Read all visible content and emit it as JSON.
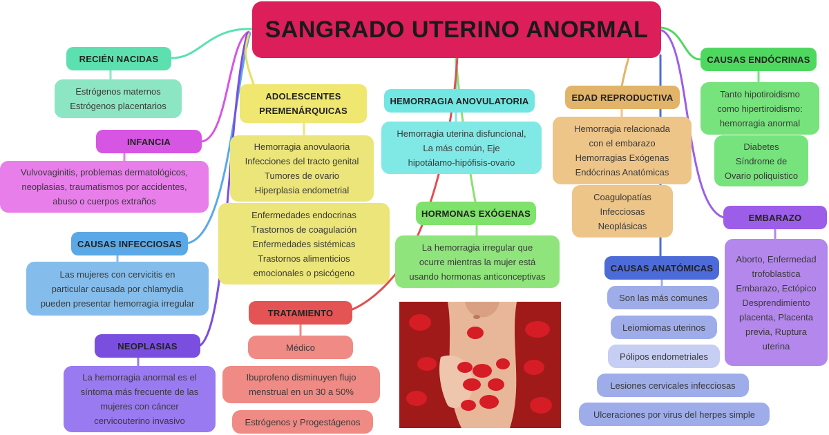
{
  "title": "SANGRADO UTERINO ANORMAL",
  "colors": {
    "title": "#dc1e5a",
    "green_head": "#5ce0b0",
    "green_body": "#8ce6c4",
    "magenta_head": "#d755e3",
    "magenta_body": "#e77eea",
    "blue_head": "#5aa9e6",
    "blue_body": "#84bdeb",
    "purple_head": "#7a4fe0",
    "purple_body": "#9a7af0",
    "yellow_head": "#efe770",
    "yellow_body": "#ebe57a",
    "cyan_head": "#72e6e2",
    "cyan_body": "#80e9e6",
    "lime_head": "#7fe26a",
    "lime_body": "#8fe57c",
    "red_head": "#e45454",
    "red_body": "#ef8a85",
    "orange_head": "#e2b46a",
    "orange_body": "#edc589",
    "endo_head": "#4fd85f",
    "endo_body": "#76e37c",
    "anat_head": "#4d6bd8",
    "anat_body": "#9eadea",
    "emb_head": "#9c5ee8",
    "emb_body": "#b487ec"
  },
  "branches": {
    "recien_nacidas": {
      "label": "RECIÉN NACIDAS",
      "lines": [
        "Estrógenos maternos",
        "Estrógenos placentarios"
      ]
    },
    "infancia": {
      "label": "INFANCIA",
      "lines": [
        "Vulvovaginitis, problemas dermatológicos,",
        "neoplasias, traumatismos por accidentes,",
        "abuso o cuerpos extraños"
      ]
    },
    "causas_infecciosas": {
      "label": "CAUSAS INFECCIOSAS",
      "lines": [
        "Las mujeres con cervicitis en",
        "particular causada por chlamydia",
        "pueden presentar hemorragia irregular"
      ]
    },
    "neoplasias": {
      "label": "NEOPLASIAS",
      "lines": [
        "La hemorragia anormal es el",
        "síntoma más frecuente de las",
        "mujeres con cáncer",
        "cervicouterino invasivo"
      ]
    },
    "adolescentes": {
      "label_lines": [
        "ADOLESCENTES",
        "PREMENÁRQUICAS"
      ],
      "group1": [
        "Hemorragia anovulaoria",
        "Infecciones del tracto genital",
        "Tumores de ovario",
        "Hiperplasia endometrial"
      ],
      "group2": [
        "Enfermedades endocrinas",
        "Trastornos de coagulación",
        "Enfermedades sistémicas",
        "Trastornos alimenticios",
        "emocionales o psicógeno"
      ]
    },
    "hemorragia_anovulatoria": {
      "label": "HEMORRAGIA ANOVULATORIA",
      "lines": [
        "Hemorragia uterina disfuncional,",
        "La más común, Eje",
        "hipotálamo-hipófisis-ovario"
      ]
    },
    "hormonas_exogenas": {
      "label": "HORMONAS EXÓGENAS",
      "lines": [
        "La hemorragia irregular que",
        "ocurre mientras la mujer está",
        "usando hormonas anticonceptivas"
      ]
    },
    "tratamiento": {
      "label": "TRATAMIENTO",
      "items": [
        "Médico",
        "Ibuprofeno disminuyen flujo menstrual en un 30 a 50%",
        "Estrógenos y Progestágenos"
      ],
      "item2_lines": [
        "Ibuprofeno disminuyen flujo",
        "menstrual en un 30 a 50%"
      ]
    },
    "edad_reproductiva": {
      "label": "EDAD REPRODUCTIVA",
      "group1": [
        "Hemorragia relacionada",
        "con el embarazo",
        "Hemorragias Exógenas",
        "Endócrinas Anatómicas"
      ],
      "group2": [
        "Coagulopatías",
        "Infecciosas",
        "Neoplásicas"
      ]
    },
    "causas_endocrinas": {
      "label": "CAUSAS ENDÓCRINAS",
      "group1": [
        "Tanto hipotiroidismo",
        "como hipertiroidismo:",
        "hemorragia anormal"
      ],
      "group2": [
        "Diabetes",
        "Síndrome de",
        "Ovario poliquistico"
      ]
    },
    "causas_anatomicas": {
      "label": "CAUSAS ANATÓMICAS",
      "items": [
        "Son las más comunes",
        "Leiomiomas uterinos",
        "Pólipos endometriales",
        "Lesiones cervicales infecciosas",
        "Ulceraciones por virus del herpes simple"
      ]
    },
    "embarazo": {
      "label": "EMBARAZO",
      "lines": [
        "Aborto, Enfermedad",
        "trofoblastica",
        "Embarazo, Ectópico",
        "Desprendimiento",
        "placenta, Placenta",
        "previa, Ruptura",
        "uterina"
      ]
    }
  }
}
